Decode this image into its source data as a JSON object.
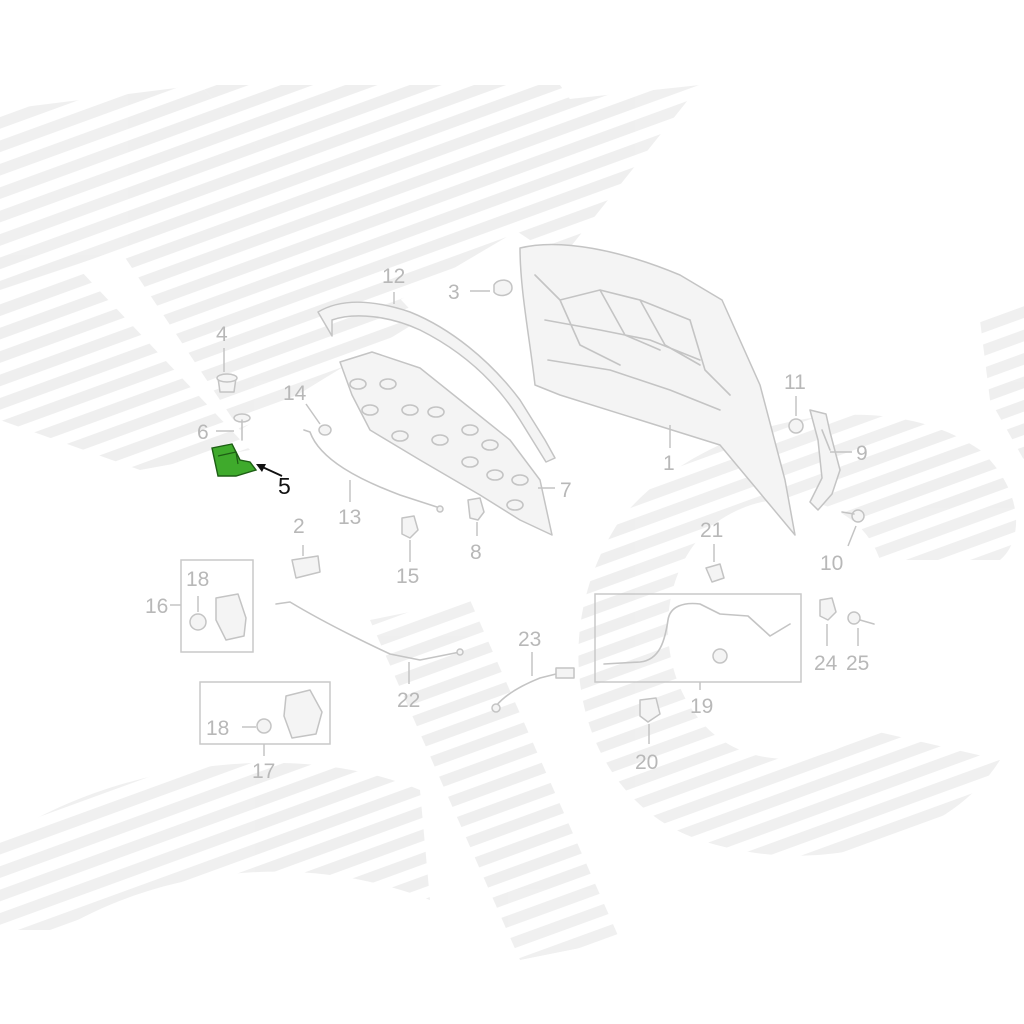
{
  "diagram": {
    "highlight_color": "#3faa2c",
    "callouts": {
      "c1": "1",
      "c2": "2",
      "c3": "3",
      "c4": "4",
      "c5": "5",
      "c6": "6",
      "c7": "7",
      "c8": "8",
      "c9": "9",
      "c10": "10",
      "c11": "11",
      "c12": "12",
      "c13": "13",
      "c14": "14",
      "c15": "15",
      "c16": "16",
      "c17": "17",
      "c18a": "18",
      "c18b": "18",
      "c19": "19",
      "c20": "20",
      "c21": "21",
      "c22": "22",
      "c23": "23",
      "c24": "24",
      "c25": "25"
    },
    "highlighted_part": "5"
  }
}
